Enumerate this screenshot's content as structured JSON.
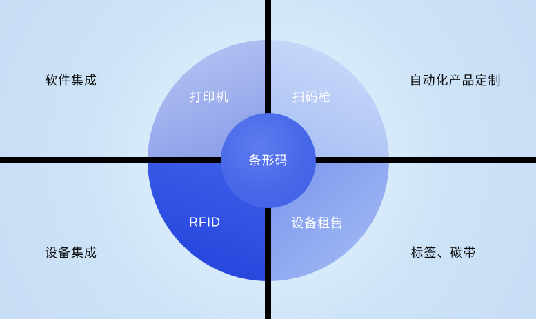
{
  "diagram": {
    "center_label": "条形码",
    "segments": {
      "top_left": "打印机",
      "top_right": "扫码枪",
      "bottom_left": "RFID",
      "bottom_right": "设备租售"
    },
    "corners": {
      "top_left": "软件集成",
      "top_right": "自动化产品定制",
      "bottom_left": "设备集成",
      "bottom_right": "标签、碳带"
    }
  },
  "colors": {
    "background": "#cde3f7",
    "divider_line": "#000000",
    "segment_top_left": "#96a9ec",
    "segment_top_right": "#b7cbf6",
    "segment_bottom_left": "#2f51e3",
    "segment_bottom_right": "#8aa4f0",
    "center_circle": "#4767e8",
    "segment_text": "#ffffff",
    "corner_text": "#0d0d0d"
  }
}
